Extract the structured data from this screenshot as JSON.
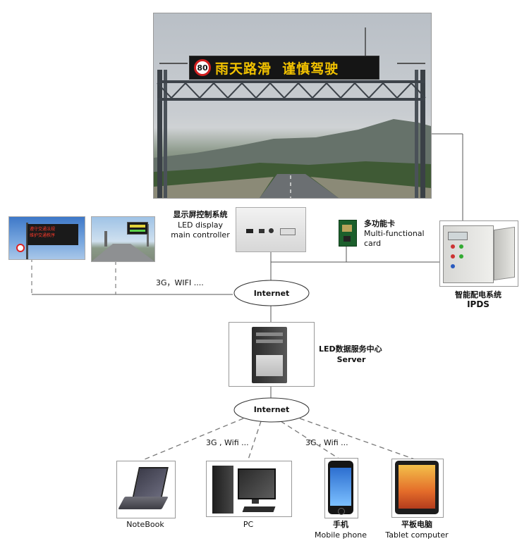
{
  "gantry_sign": {
    "speed_limit": "80",
    "message": "雨天路滑  谨慎驾驶"
  },
  "small_sign": {
    "line1": "遵守交通法规",
    "line2": "维护交通秩序"
  },
  "nodes": {
    "led_controller": {
      "cn": "显示屏控制系统",
      "en1": "LED display",
      "en2": "main  controller"
    },
    "multi_card": {
      "cn": "多功能卡",
      "en1": "Multi-functional",
      "en2": "card"
    },
    "ipds": {
      "cn": "智能配电系统",
      "en": "IPDS"
    },
    "internet_top": "Internet",
    "server": {
      "cn": "LED数据服务中心",
      "en": "Server"
    },
    "internet_bottom": "Internet"
  },
  "link_labels": {
    "top": "3G，WIFI ....",
    "bottom_left": "3G , Wifi ...",
    "bottom_right": "3G , Wifi ..."
  },
  "devices": {
    "notebook": "NoteBook",
    "pc": "PC",
    "mobile_cn": "手机",
    "mobile_en": "Mobile phone",
    "tablet_cn": "平板电脑",
    "tablet_en": "Tablet computer"
  }
}
